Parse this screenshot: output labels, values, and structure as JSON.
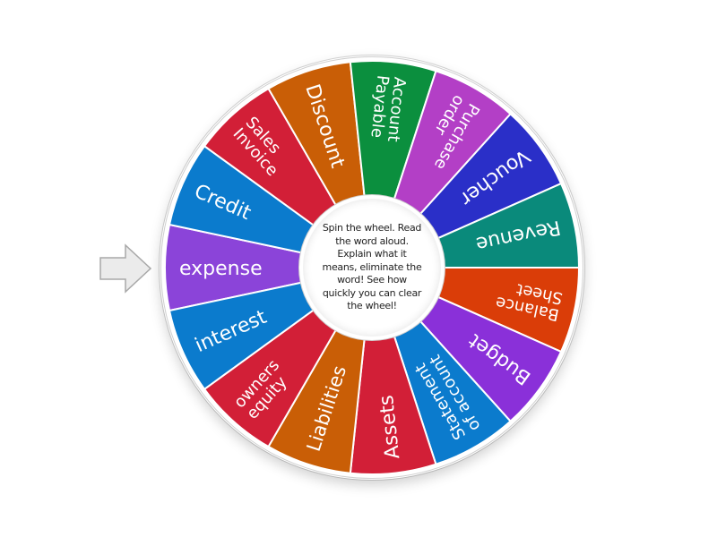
{
  "wheel": {
    "center_instructions": "Spin the wheel. Read the word aloud. Explain what it means, eliminate the word! See how quickly you can clear the wheel!",
    "pointer_icon": "arrow-right-icon",
    "pointer_color": "#ebebeb",
    "pointer_stroke": "#a8a8a8",
    "segments": [
      {
        "label": "expense",
        "lines": [
          "expense"
        ],
        "color": "#8b44d9",
        "font_size": 22
      },
      {
        "label": "Credit",
        "lines": [
          "Credit"
        ],
        "color": "#0b7bcd",
        "font_size": 22
      },
      {
        "label": "Sales Invoice",
        "lines": [
          "Sales",
          "Invoice"
        ],
        "color": "#d21f37",
        "font_size": 18
      },
      {
        "label": "Discount",
        "lines": [
          "Discount"
        ],
        "color": "#c95e06",
        "font_size": 22
      },
      {
        "label": "Account Payable",
        "lines": [
          "Account",
          "Payable"
        ],
        "color": "#0b8f3e",
        "font_size": 18
      },
      {
        "label": "Purchase order",
        "lines": [
          "Purchase",
          "order"
        ],
        "color": "#b33fc6",
        "font_size": 18
      },
      {
        "label": "Voucher",
        "lines": [
          "Voucher"
        ],
        "color": "#2a2fc8",
        "font_size": 22
      },
      {
        "label": "Revenue",
        "lines": [
          "Revenue"
        ],
        "color": "#0a8a7b",
        "font_size": 22
      },
      {
        "label": "Balance Sheet",
        "lines": [
          "Balance",
          "Sheet"
        ],
        "color": "#da3d08",
        "font_size": 18
      },
      {
        "label": "Budget",
        "lines": [
          "Budget"
        ],
        "color": "#8a30d9",
        "font_size": 22
      },
      {
        "label": "Statement of account",
        "lines": [
          "Statement",
          "of account"
        ],
        "color": "#0b7bcd",
        "font_size": 18
      },
      {
        "label": "Assets",
        "lines": [
          "Assets"
        ],
        "color": "#d21f37",
        "font_size": 22
      },
      {
        "label": "Liabilities",
        "lines": [
          "Liabilities"
        ],
        "color": "#c95e06",
        "font_size": 21
      },
      {
        "label": "owners equity",
        "lines": [
          "owners",
          "equity"
        ],
        "color": "#d21f37",
        "font_size": 18
      },
      {
        "label": "interest",
        "lines": [
          "interest"
        ],
        "color": "#0b7bcd",
        "font_size": 22
      }
    ]
  }
}
